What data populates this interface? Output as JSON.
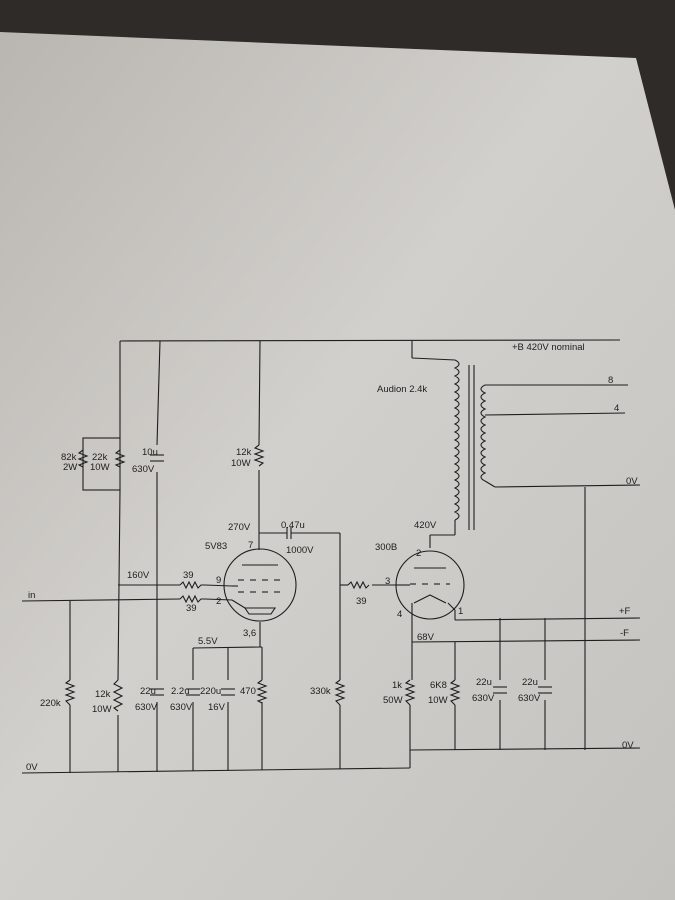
{
  "schematic": {
    "rail_label": "+B 420V nominal",
    "transformer": {
      "label": "Audion 2.4k",
      "outputs": [
        "8",
        "4",
        "0V"
      ]
    },
    "tube_1": {
      "type": "5V83",
      "pins": {
        "plate": "7",
        "grid": "9",
        "cathode": "2",
        "heater": "3,6"
      }
    },
    "tube_2": {
      "type": "300B",
      "pins": {
        "plate": "2",
        "grid": "3",
        "filament_a": "4",
        "filament_b": "1"
      }
    },
    "voltages": {
      "driver_plate": "270V",
      "driver_cathode": "5.5V",
      "grid_bias": "160V",
      "output_plate": "420V",
      "output_filament": "68V"
    },
    "coupling_cap": {
      "value": "0.47u",
      "rating": "1000V"
    },
    "components": {
      "r82k": {
        "value": "82k",
        "rating": "2W"
      },
      "r22k": {
        "value": "22k",
        "rating": "10W"
      },
      "c10u": {
        "value": "10u",
        "rating": "630V"
      },
      "r12k_plate": {
        "value": "12k",
        "rating": "10W"
      },
      "r39_a": "39",
      "r39_b": "39",
      "r39_c": "39",
      "r220k": "220k",
      "r12k_bias": {
        "value": "12k",
        "rating": "10W"
      },
      "c22u_a": {
        "value": "22u",
        "rating": "630V"
      },
      "c2u2": {
        "value": "2.2u",
        "rating": "630V"
      },
      "c220u": {
        "value": "220u",
        "rating": "16V"
      },
      "r470": "470",
      "r330k": "330k",
      "r1k": {
        "value": "1k",
        "rating": "50W"
      },
      "r6k8": {
        "value": "6K8",
        "rating": "10W"
      },
      "c22u_b": {
        "value": "22u",
        "rating": "630V"
      },
      "c22u_c": {
        "value": "22u",
        "rating": "630V"
      }
    },
    "terminals": {
      "input": "in",
      "ground_left": "0V",
      "ground_right": "0V",
      "fil_plus": "+F",
      "fil_minus": "-F"
    }
  }
}
